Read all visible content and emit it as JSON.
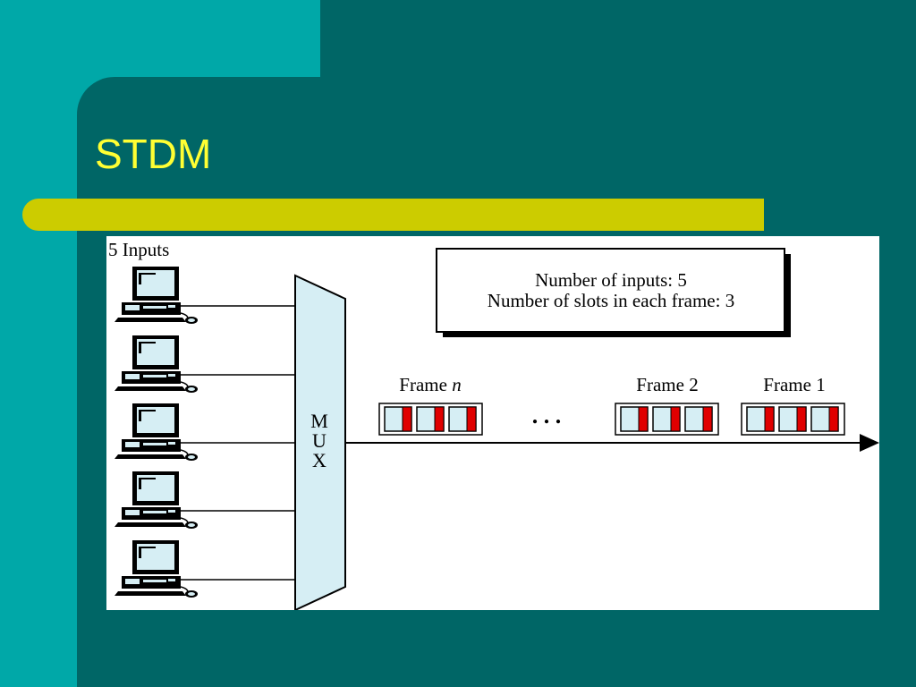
{
  "slide": {
    "title": "STDM"
  },
  "diagram": {
    "inputs_label": "5 Inputs",
    "mux_label": [
      "M",
      "U",
      "X"
    ],
    "info_box": {
      "line1": "Number of inputs: 5",
      "line2": "Number of slots in each frame: 3"
    },
    "frames": [
      {
        "label_prefix": "Frame ",
        "label_suffix": "n",
        "label_suffix_italic": true,
        "slots": 3
      },
      {
        "label_prefix": "Frame 2",
        "label_suffix": "",
        "slots": 3
      },
      {
        "label_prefix": "Frame 1",
        "label_suffix": "",
        "slots": 3
      }
    ],
    "ellipsis": ". . .",
    "input_count": 5,
    "colors": {
      "slot_fill": "#D6EEF4",
      "slot_marker": "#E00000",
      "mux_fill": "#D6EEF4",
      "screen_fill": "#D6EEF4"
    },
    "icons": [
      "computer-icon",
      "arrow-head-icon"
    ]
  }
}
